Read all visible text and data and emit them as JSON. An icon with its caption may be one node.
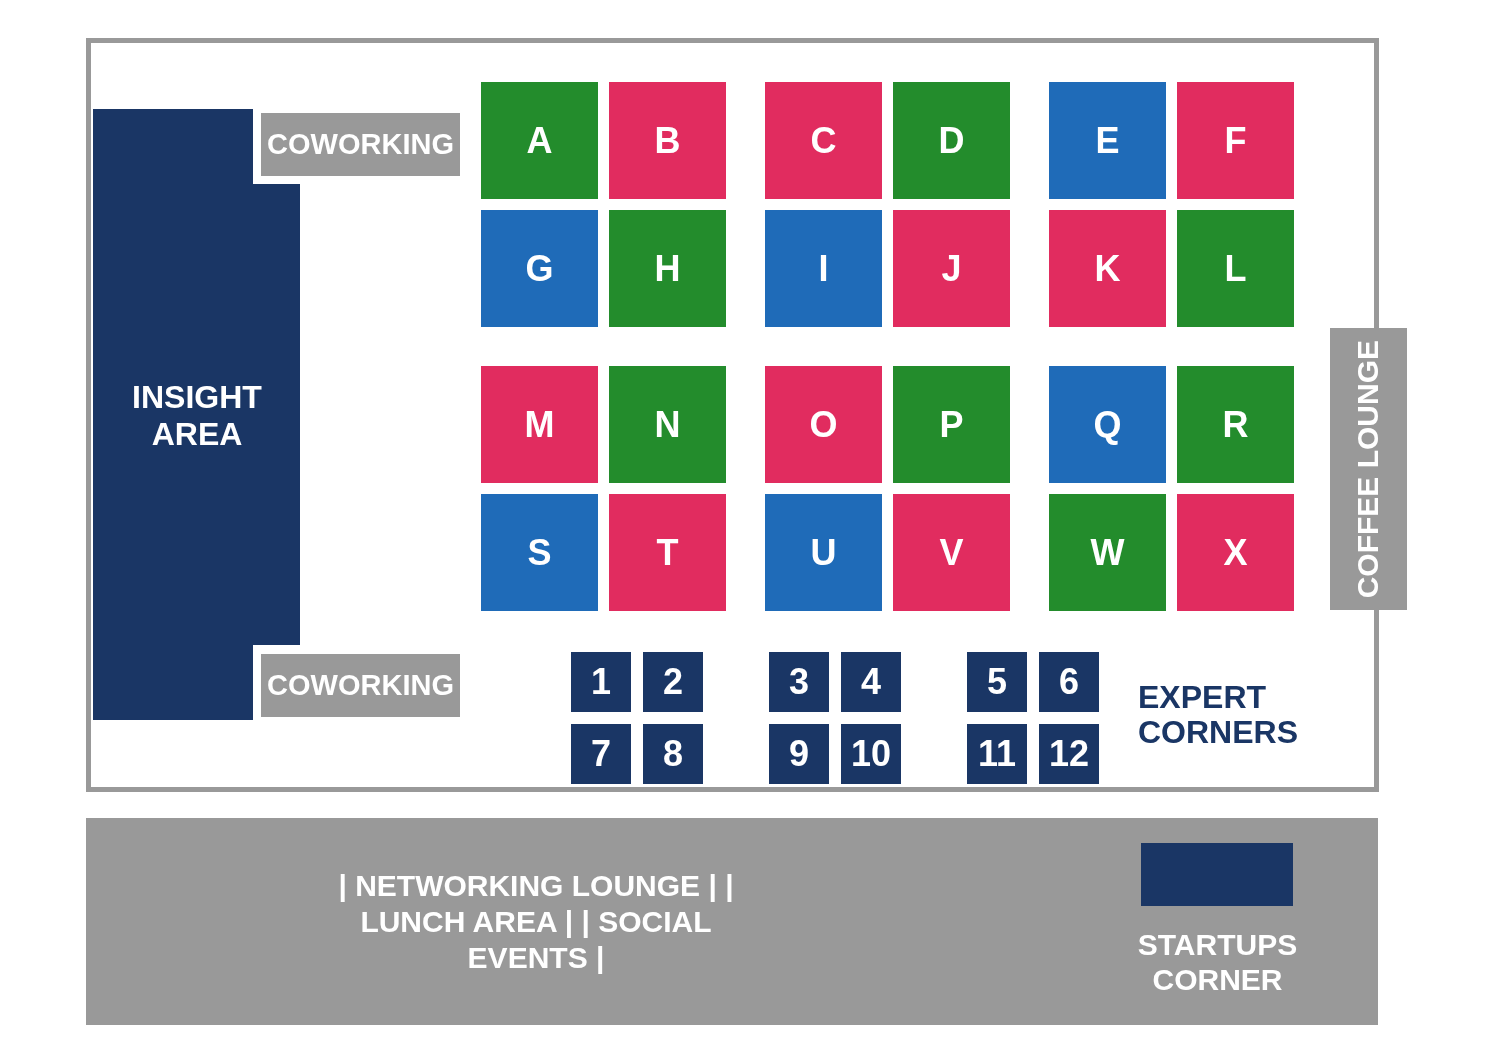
{
  "diagram": {
    "nodes": [
      {
        "text": [
          "INSIGHT AREA"
        ]
      },
      {
        "text": [
          "COWORKING"
        ]
      },
      {
        "text": [
          "A"
        ]
      },
      {
        "text": [
          "B"
        ]
      },
      {
        "text": [
          "C"
        ]
      },
      {
        "text": [
          "D"
        ]
      },
      {
        "text": [
          "E"
        ]
      },
      {
        "text": [
          "F"
        ]
      },
      {
        "text": [
          "G"
        ]
      },
      {
        "text": [
          "H"
        ]
      },
      {
        "text": [
          "I"
        ]
      },
      {
        "text": [
          "J"
        ]
      },
      {
        "text": [
          "K"
        ]
      },
      {
        "text": [
          "L"
        ]
      },
      {
        "text": [
          "M"
        ]
      },
      {
        "text": [
          "N"
        ]
      },
      {
        "text": [
          "O"
        ]
      },
      {
        "text": [
          "P"
        ]
      },
      {
        "text": [
          "Q"
        ]
      },
      {
        "text": [
          "R"
        ]
      },
      {
        "text": [
          "S"
        ]
      },
      {
        "text": [
          "T"
        ]
      },
      {
        "text": [
          "U"
        ]
      },
      {
        "text": [
          "V"
        ]
      },
      {
        "text": [
          "W"
        ]
      },
      {
        "text": [
          "X"
        ]
      },
      {
        "text": [
          "COFFEE LOUNGE"
        ]
      },
      {
        "text": [
          "COWORKING"
        ]
      },
      {
        "text": [
          "1"
        ]
      },
      {
        "text": [
          "2"
        ]
      },
      {
        "text": [
          "3"
        ]
      },
      {
        "text": [
          "4"
        ]
      },
      {
        "text": [
          "5"
        ]
      },
      {
        "text": [
          "6"
        ]
      },
      {
        "text": [
          "7"
        ]
      },
      {
        "text": [
          "8"
        ]
      },
      {
        "text": [
          "9"
        ]
      },
      {
        "text": [
          "10"
        ]
      },
      {
        "text": [
          "11"
        ]
      },
      {
        "text": [
          "12"
        ]
      },
      {
        "text": [
          "| NETWORKING LOUNGE | | LUNCH AREA | | SOCIAL EVENTS |"
        ]
      },
      {
        "text": [
          "STARTUPS CORNER"
        ],
        "in": 40
      }
    ],
    "edges": [],
    "labels": [
      "EXPERT CORNERS"
    ]
  }
}
